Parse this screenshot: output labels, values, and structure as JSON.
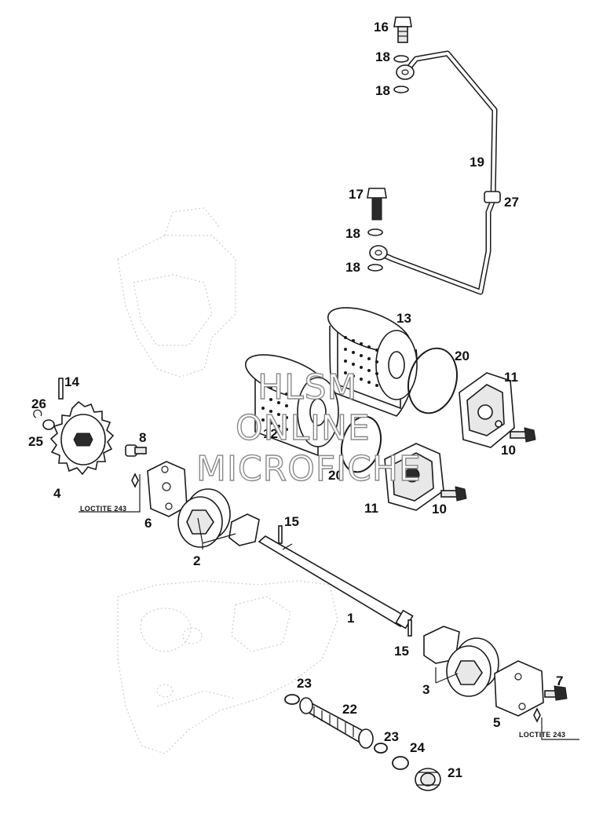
{
  "diagram": {
    "callouts": {
      "c1": "1",
      "c2": "2",
      "c3": "3",
      "c4": "4",
      "c5": "5",
      "c6": "6",
      "c7": "7",
      "c8": "8",
      "c10a": "10",
      "c10b": "10",
      "c11a": "11",
      "c11b": "11",
      "c12": "12",
      "c13": "13",
      "c14": "14",
      "c15a": "15",
      "c15b": "15",
      "c16": "16",
      "c17": "17",
      "c18a": "18",
      "c18b": "18",
      "c18c": "18",
      "c18d": "18",
      "c19": "19",
      "c20a": "20",
      "c20b": "20",
      "c21": "21",
      "c22": "22",
      "c23a": "23",
      "c23b": "23",
      "c24": "24",
      "c25": "25",
      "c26": "26",
      "c27": "27"
    },
    "notes": {
      "loctite_left": "LOCTITE 243",
      "loctite_right": "LOCTITE 243"
    },
    "watermark": {
      "line1": "HLSM",
      "line2": "ONLINE",
      "line3": "MICROFICHE"
    }
  }
}
